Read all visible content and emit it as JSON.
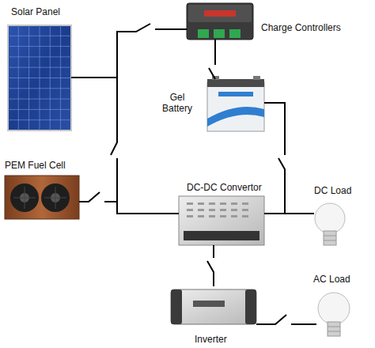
{
  "diagram": {
    "nodes": [
      {
        "text": [
          "Solar Panel"
        ]
      },
      {
        "text": [
          "Charge Controllers"
        ]
      },
      {
        "text": [
          "Gel Battery"
        ]
      },
      {
        "text": [
          "PEM Fuel Cell"
        ]
      },
      {
        "text": [
          "DC-DC Convertor"
        ]
      },
      {
        "text": [
          "DC Load"
        ]
      },
      {
        "text": [
          "Inverter"
        ]
      },
      {
        "text": [
          "AC Load"
        ]
      }
    ],
    "edges": [
      {
        "from": 0,
        "to": 1,
        "arrow": "none"
      },
      {
        "from": 0,
        "to": 4,
        "arrow": "none"
      },
      {
        "from": 3,
        "to": 4,
        "arrow": "none"
      },
      {
        "from": 1,
        "to": 2,
        "arrow": "none"
      },
      {
        "from": 2,
        "to": 5,
        "arrow": "none"
      },
      {
        "from": 4,
        "to": 5,
        "arrow": "none"
      },
      {
        "from": 4,
        "to": 6,
        "arrow": "none"
      },
      {
        "from": 6,
        "to": 7,
        "arrow": "none"
      }
    ]
  }
}
